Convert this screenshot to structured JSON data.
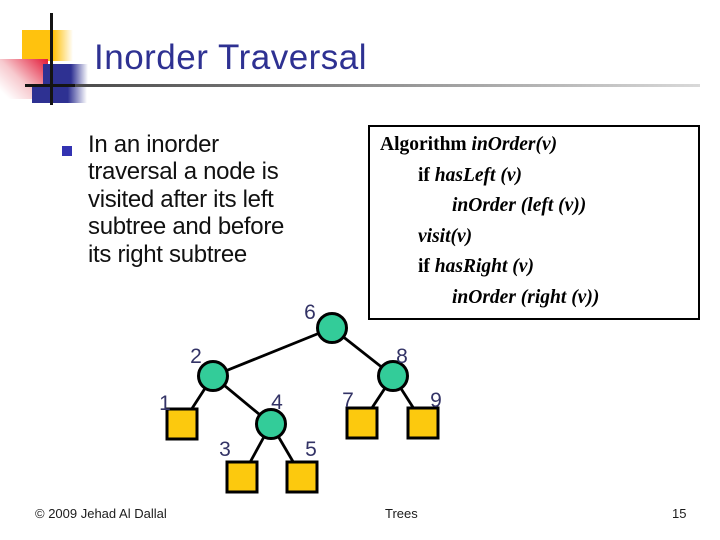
{
  "slide": {
    "title": "Inorder Traversal",
    "bullet": {
      "lines": [
        "In an inorder",
        "traversal a node is",
        "visited after its left",
        "subtree and before",
        "its right subtree"
      ]
    },
    "algorithm": {
      "lines": [
        {
          "segments": [
            {
              "t": "Algorithm ",
              "kw": true
            },
            {
              "t": "inOrder(v)",
              "kw": false
            }
          ]
        },
        {
          "segments": [
            {
              "t": "if ",
              "kw": true
            },
            {
              "t": "hasLeft (v)",
              "kw": false
            }
          ]
        },
        {
          "segments": [
            {
              "t": "inOrder (left (v))",
              "kw": false
            }
          ]
        },
        {
          "segments": [
            {
              "t": "visit(v)",
              "kw": false
            }
          ]
        },
        {
          "segments": [
            {
              "t": "if ",
              "kw": true
            },
            {
              "t": "hasRight (v)",
              "kw": false
            }
          ]
        },
        {
          "segments": [
            {
              "t": "inOrder (right (v))",
              "kw": false
            }
          ]
        }
      ]
    },
    "tree": {
      "nodes": [
        {
          "label": "6",
          "type": "circle"
        },
        {
          "label": "2",
          "type": "circle"
        },
        {
          "label": "8",
          "type": "circle"
        },
        {
          "label": "1",
          "type": "square"
        },
        {
          "label": "4",
          "type": "circle"
        },
        {
          "label": "7",
          "type": "square"
        },
        {
          "label": "9",
          "type": "square"
        },
        {
          "label": "3",
          "type": "square"
        },
        {
          "label": "5",
          "type": "square"
        }
      ],
      "colors": {
        "circle_fill": "#33CC99",
        "square_fill": "#FCC90E",
        "edge": "#000000",
        "label": "#333366"
      }
    },
    "footer": {
      "copyright": "© 2009 Jehad Al Dallal",
      "section": "Trees",
      "page_number": "15"
    },
    "colors": {
      "title": "#2E3192",
      "bullet_marker": "#3333B2"
    }
  }
}
